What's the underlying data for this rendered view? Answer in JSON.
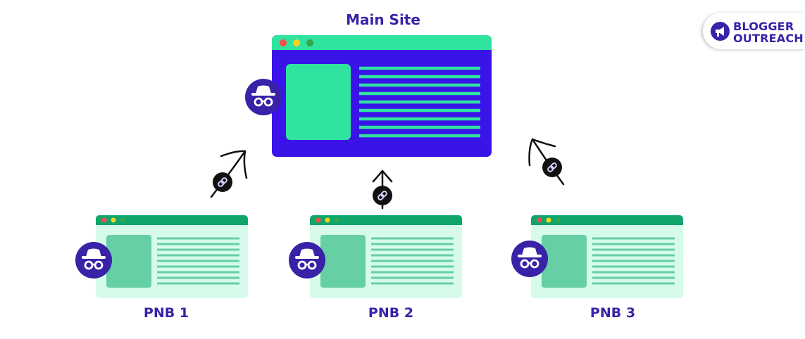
{
  "main_site": {
    "label": "Main Site"
  },
  "pnbs": [
    {
      "label": "PNB 1"
    },
    {
      "label": "PNB 2"
    },
    {
      "label": "PNB 3"
    }
  ],
  "logo": {
    "line1": "BLOGGER",
    "line2": "OUTREACH"
  },
  "colors": {
    "main_window": "#3a13e8",
    "main_accent": "#30e39e",
    "pnb_bar": "#0fa56b",
    "pnb_body": "#d6fbea",
    "pnb_accent": "#66cfa3",
    "incognito_badge": "#3a22a8",
    "label_text": "#3a22a8",
    "dot_red": "#ff4a4a",
    "dot_yellow": "#ffd21f",
    "dot_green": "#2ea84f"
  },
  "icons": [
    "incognito-icon",
    "link-icon",
    "arrow-icon",
    "megaphone-icon"
  ]
}
